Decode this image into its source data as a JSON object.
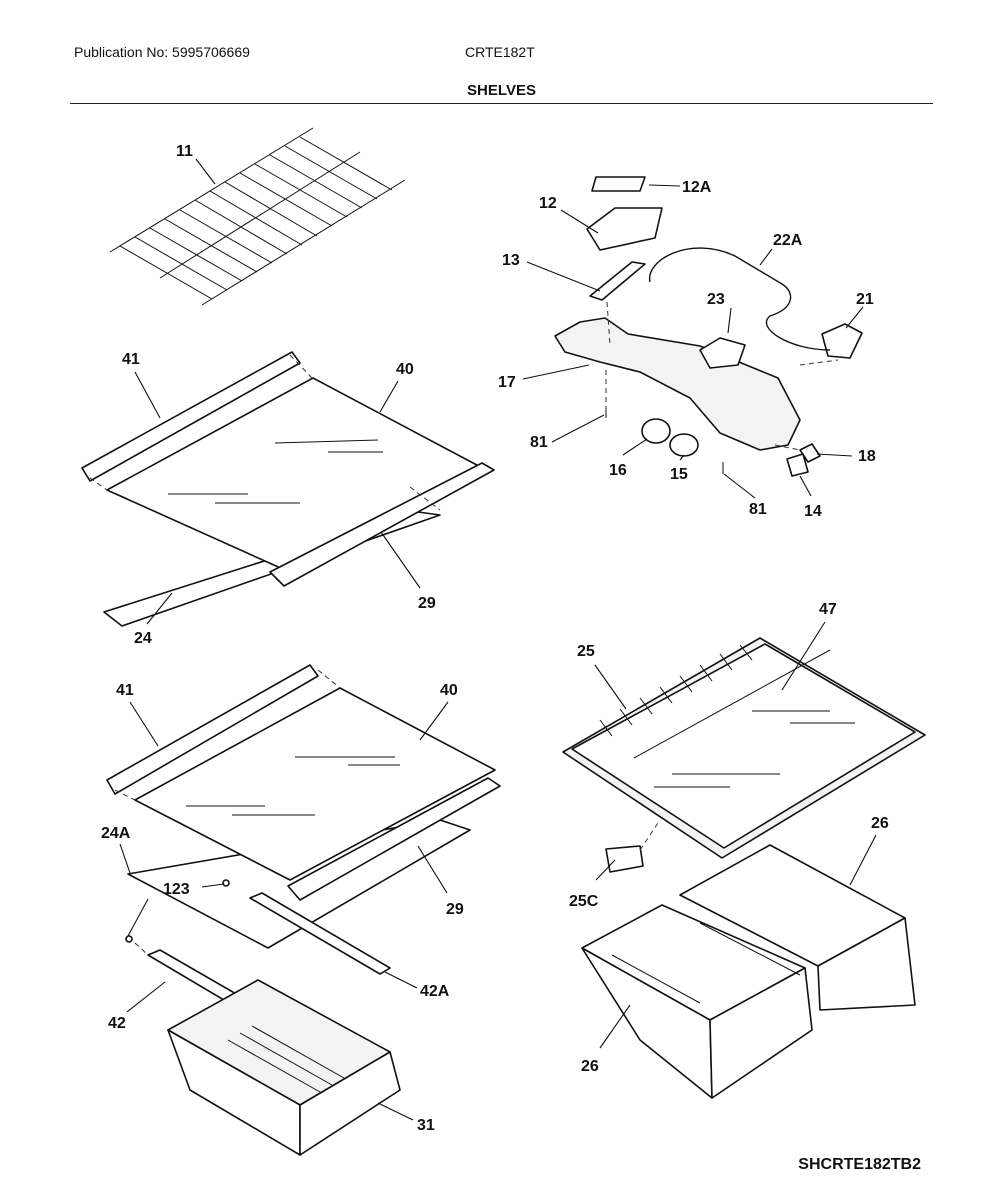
{
  "header": {
    "publication": "Publication No: 5995706669",
    "model": "CRTE182T",
    "section_title": "SHELVES"
  },
  "footer": {
    "diagram_code": "SHCRTE182TB2"
  },
  "callouts": {
    "c11": "11",
    "c12A": "12A",
    "c12": "12",
    "c22A": "22A",
    "c13": "13",
    "c23": "23",
    "c21": "21",
    "c41a": "41",
    "c40a": "40",
    "c17": "17",
    "c81a": "81",
    "c16": "16",
    "c15": "15",
    "c18": "18",
    "c81b": "81",
    "c14": "14",
    "c29a": "29",
    "c24": "24",
    "c47": "47",
    "c25": "25",
    "c41b": "41",
    "c40b": "40",
    "c26a": "26",
    "c24A": "24A",
    "c123": "123",
    "c29b": "29",
    "c25C": "25C",
    "c42A": "42A",
    "c42": "42",
    "c26b": "26",
    "c31": "31"
  }
}
